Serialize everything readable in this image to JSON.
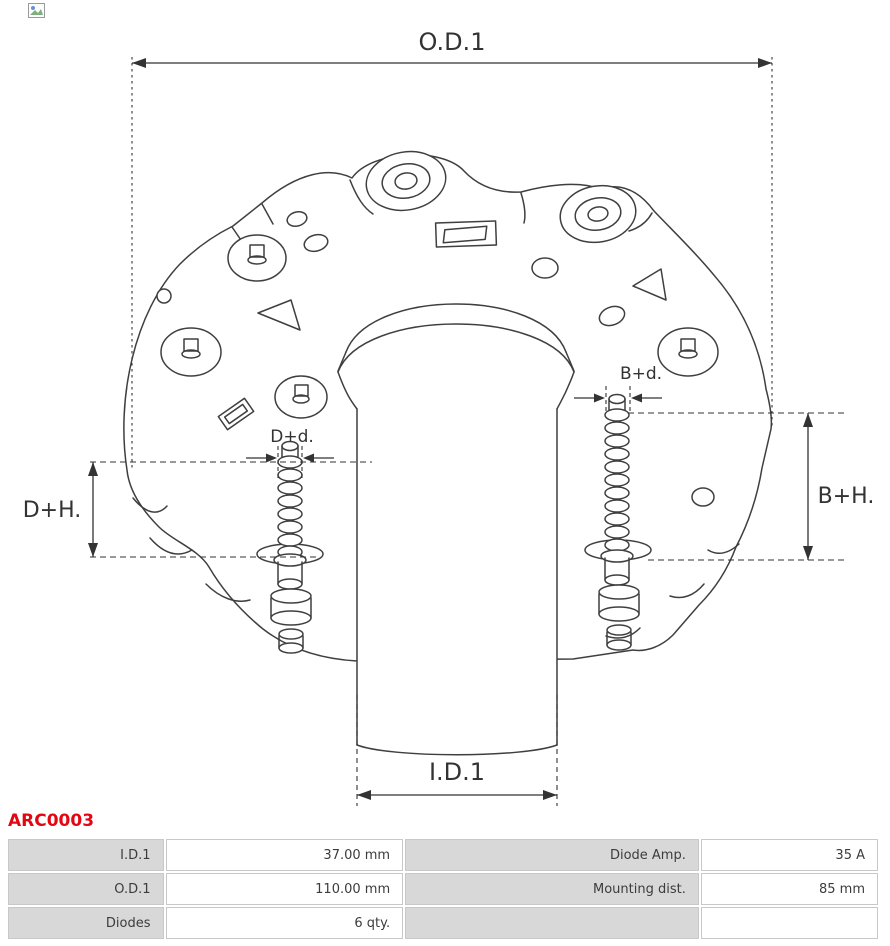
{
  "product_code": "ARC0003",
  "diagram": {
    "labels": {
      "od1": "O.D.1",
      "id1": "I.D.1",
      "dh": "D+H.",
      "bh": "B+H.",
      "dd": "D+d.",
      "bd": "B+d."
    }
  },
  "specs": {
    "rows": [
      {
        "label1": "I.D.1",
        "value1": "37.00 mm",
        "label2": "Diode Amp.",
        "value2": "35 A"
      },
      {
        "label1": "O.D.1",
        "value1": "110.00 mm",
        "label2": "Mounting dist.",
        "value2": "85 mm"
      },
      {
        "label1": "Diodes",
        "value1": "6 qty.",
        "label2": "",
        "value2": ""
      }
    ]
  },
  "colors": {
    "accent_red": "#e30613",
    "drawing_line": "#3f3f3f",
    "table_label_bg": "#d8d8d8"
  }
}
